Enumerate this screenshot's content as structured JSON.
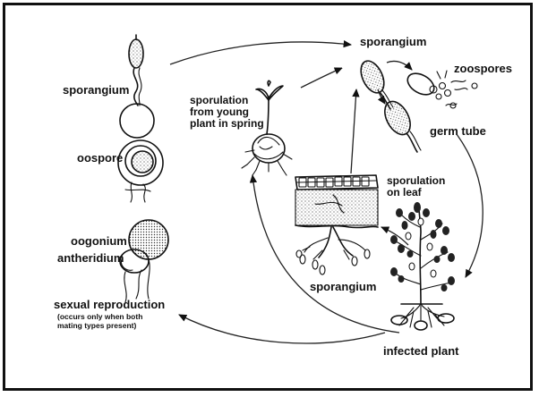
{
  "labels": {
    "sporangium_top_left": "sporangium",
    "oospore": "oospore",
    "oogonium": "oogonium",
    "antheridium": "antheridium",
    "sexual_reproduction": "sexual reproduction",
    "sexual_note": "(occurs only when both mating types present)",
    "sporulation_young_1": "sporulation",
    "sporulation_young_2": "from  young",
    "sporulation_young_3": "plant in spring",
    "sporangium_top_right": "sporangium",
    "zoospores": "zoospores",
    "germ_tube": "germ tube",
    "sporulation_leaf_1": "sporulation",
    "sporulation_leaf_2": "on leaf",
    "sporangium_leaf": "sporangium",
    "infected_plant": "infected  plant"
  }
}
